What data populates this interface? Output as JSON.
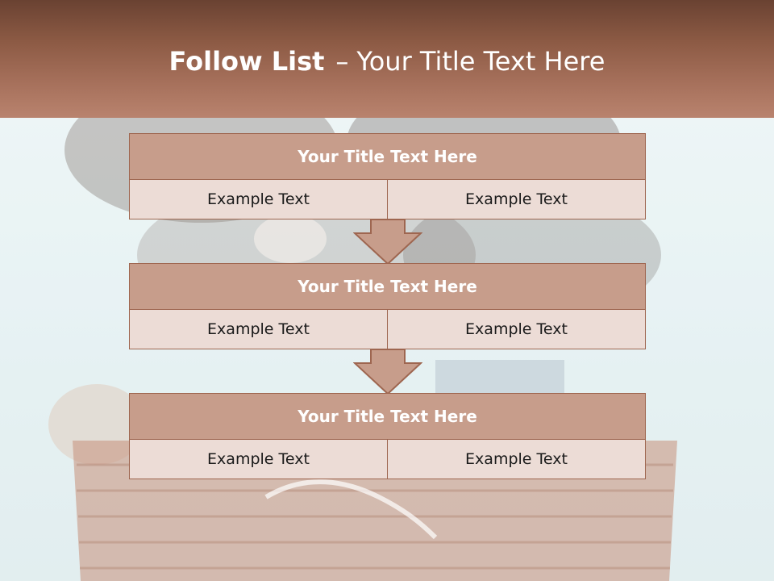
{
  "header": {
    "title_bold": "Follow List",
    "title_dash": "–",
    "title_rest": "Your Title Text Here"
  },
  "background": {
    "image": "puppies-in-wicker-basket"
  },
  "colors": {
    "header_dark": "#6a4232",
    "header_light": "#b9836e",
    "box_title_fill": "#c79d8b",
    "box_cell_fill": "#ecdcd6",
    "box_border": "#9e6650"
  },
  "steps": [
    {
      "title": "Your Title Text Here",
      "left": "Example Text",
      "right": "Example Text"
    },
    {
      "title": "Your Title Text Here",
      "left": "Example Text",
      "right": "Example Text"
    },
    {
      "title": "Your Title Text Here",
      "left": "Example Text",
      "right": "Example Text"
    }
  ]
}
